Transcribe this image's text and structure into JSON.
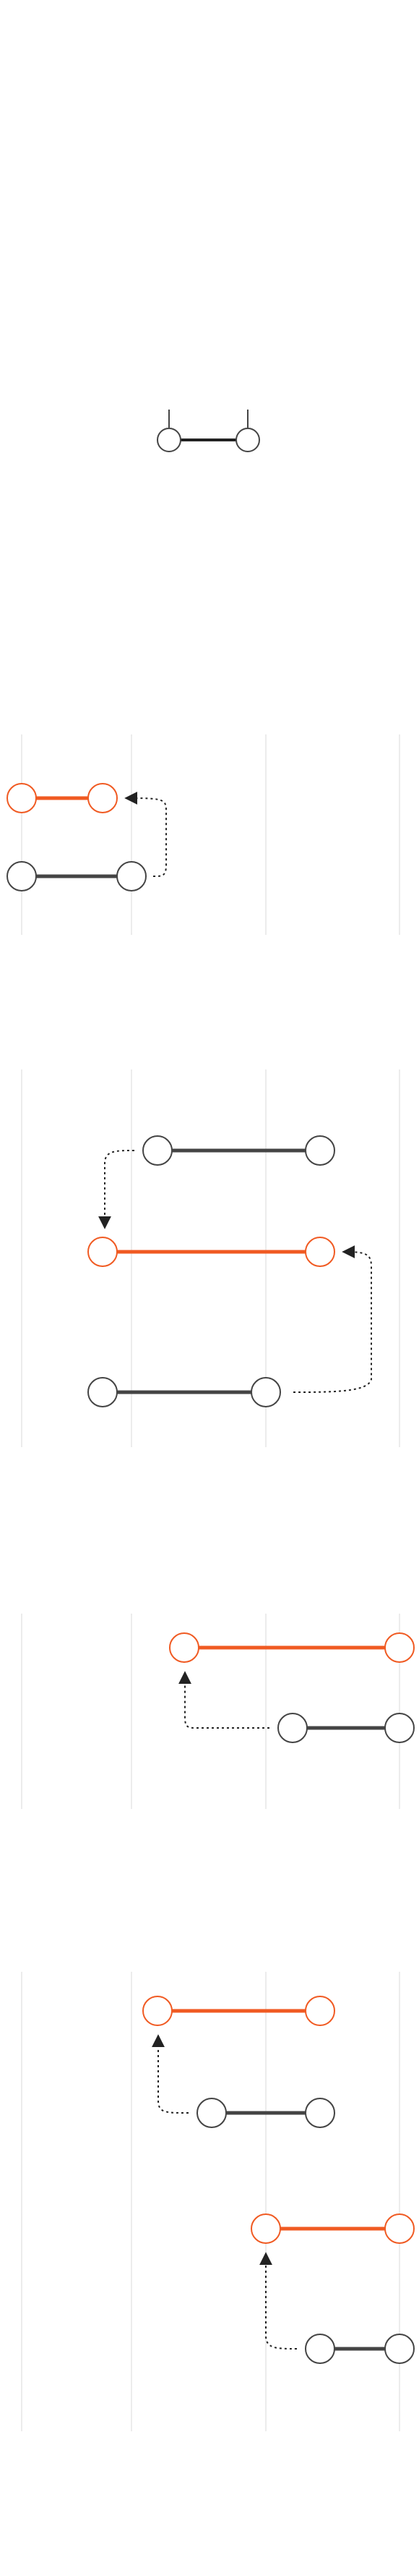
{
  "colors": {
    "background": "#ffffff",
    "gridline": "#e6e6e6",
    "segment": "#444444",
    "highlight": "#f05a22",
    "node_fill": "#ffffff",
    "node_stroke": "#444444",
    "arrow": "#222222"
  },
  "legend": {
    "icon": "two-node-segment-icon"
  },
  "panels": [
    {
      "id": "panel-1",
      "segments": [
        {
          "id": "a",
          "highlight": true
        },
        {
          "id": "b",
          "highlight": false
        }
      ],
      "arrows": [
        {
          "from": "b",
          "to": "a"
        }
      ]
    },
    {
      "id": "panel-2",
      "segments": [
        {
          "id": "a",
          "highlight": false
        },
        {
          "id": "b",
          "highlight": true
        },
        {
          "id": "c",
          "highlight": false
        }
      ],
      "arrows": [
        {
          "from": "a",
          "to": "b"
        },
        {
          "from": "c",
          "to": "b"
        }
      ]
    },
    {
      "id": "panel-3",
      "segments": [
        {
          "id": "a",
          "highlight": true
        },
        {
          "id": "b",
          "highlight": false
        }
      ],
      "arrows": [
        {
          "from": "b",
          "to": "a"
        }
      ]
    },
    {
      "id": "panel-4",
      "segments": [
        {
          "id": "a",
          "highlight": true
        },
        {
          "id": "b",
          "highlight": false
        },
        {
          "id": "c",
          "highlight": true
        },
        {
          "id": "d",
          "highlight": false
        }
      ],
      "arrows": [
        {
          "from": "b",
          "to": "a"
        },
        {
          "from": "d",
          "to": "c"
        }
      ]
    }
  ]
}
